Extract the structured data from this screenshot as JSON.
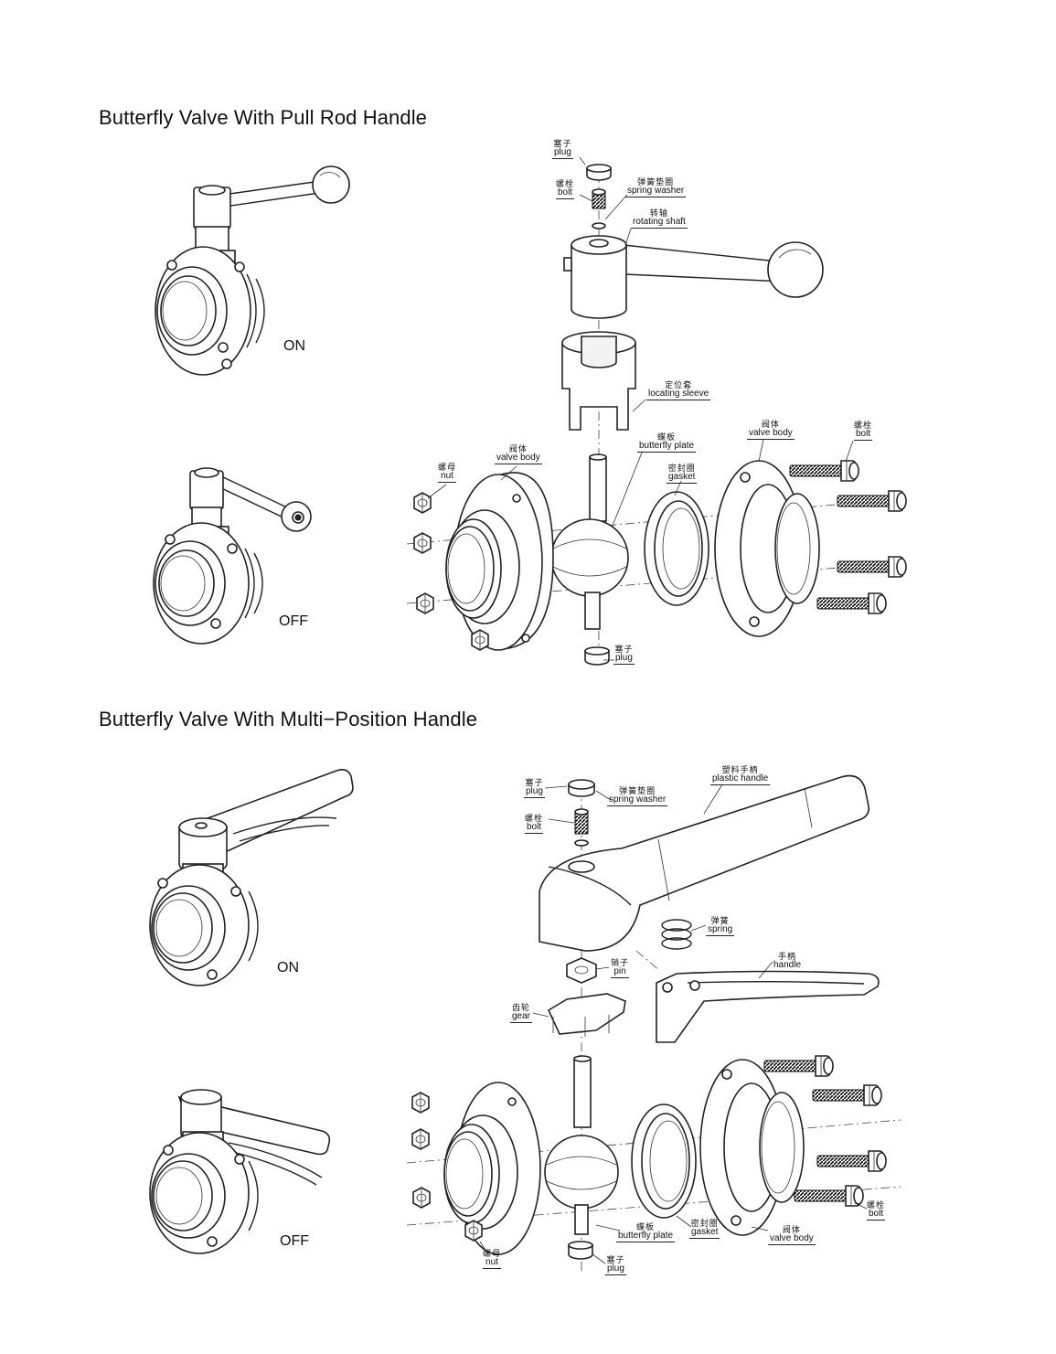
{
  "sections": [
    {
      "title": "Butterfly Valve With Pull Rod Handle",
      "states": {
        "on": "ON",
        "off": "OFF"
      },
      "labels": [
        {
          "cn": "塞子",
          "en": "plug"
        },
        {
          "cn": "螺栓",
          "en": "bolt"
        },
        {
          "cn": "弹簧垫圈",
          "en": "spring washer"
        },
        {
          "cn": "转轴",
          "en": "rotating shaft"
        },
        {
          "cn": "定位套",
          "en": "locating sleeve"
        },
        {
          "cn": "阀体",
          "en": "valve body"
        },
        {
          "cn": "螺栓",
          "en": "bolt"
        },
        {
          "cn": "蝶板",
          "en": "butterfly plate"
        },
        {
          "cn": "阀体",
          "en": "valve body"
        },
        {
          "cn": "螺母",
          "en": "nut"
        },
        {
          "cn": "密封圈",
          "en": "gasket"
        },
        {
          "cn": "塞子",
          "en": "plug"
        }
      ]
    },
    {
      "title": "Butterfly Valve With Multi−Position Handle",
      "states": {
        "on": "ON",
        "off": "OFF"
      },
      "labels": [
        {
          "cn": "塑料手柄",
          "en": "plastic handle"
        },
        {
          "cn": "塞子",
          "en": "plug"
        },
        {
          "cn": "弹簧垫圈",
          "en": "spring washer"
        },
        {
          "cn": "螺栓",
          "en": "bolt"
        },
        {
          "cn": "弹簧",
          "en": "spring"
        },
        {
          "cn": "销子",
          "en": "pin"
        },
        {
          "cn": "手柄",
          "en": "handle"
        },
        {
          "cn": "齿轮",
          "en": "gear"
        },
        {
          "cn": "螺栓",
          "en": "bolt"
        },
        {
          "cn": "蝶板",
          "en": "butterfly plate"
        },
        {
          "cn": "密封圈",
          "en": "gasket"
        },
        {
          "cn": "阀体",
          "en": "valve body"
        },
        {
          "cn": "螺母",
          "en": "nut"
        },
        {
          "cn": "塞子",
          "en": "plug"
        }
      ]
    }
  ]
}
